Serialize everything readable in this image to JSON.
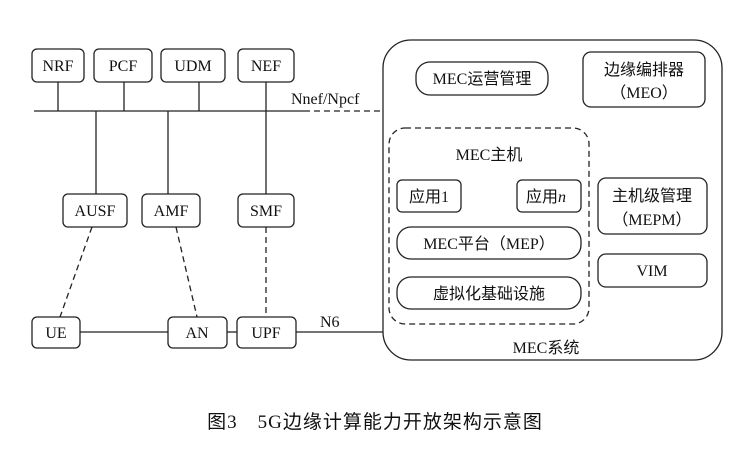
{
  "diagram": {
    "nfs": {
      "nrf": "NRF",
      "pcf": "PCF",
      "udm": "UDM",
      "nef": "NEF",
      "ausf": "AUSF",
      "amf": "AMF",
      "smf": "SMF",
      "ue": "UE",
      "an": "AN",
      "upf": "UPF"
    },
    "links": {
      "nnef_npcf": "Nnef/Npcf",
      "n6": "N6"
    },
    "mec": {
      "ops_mgmt": "MEC运营管理",
      "orchestrator_line1": "边缘编排器",
      "orchestrator_line2": "（MEO）",
      "host_title": "MEC主机",
      "app1": "应用1",
      "app_n_prefix": "应用",
      "app_n_suffix": "n",
      "platform": "MEC平台（MEP）",
      "virt_infra": "虚拟化基础设施",
      "host_mgmt_line1": "主机级管理",
      "host_mgmt_line2": "（MEPM）",
      "vim": "VIM",
      "system_label": "MEC系统"
    },
    "caption": "图3　5G边缘计算能力开放架构示意图"
  }
}
